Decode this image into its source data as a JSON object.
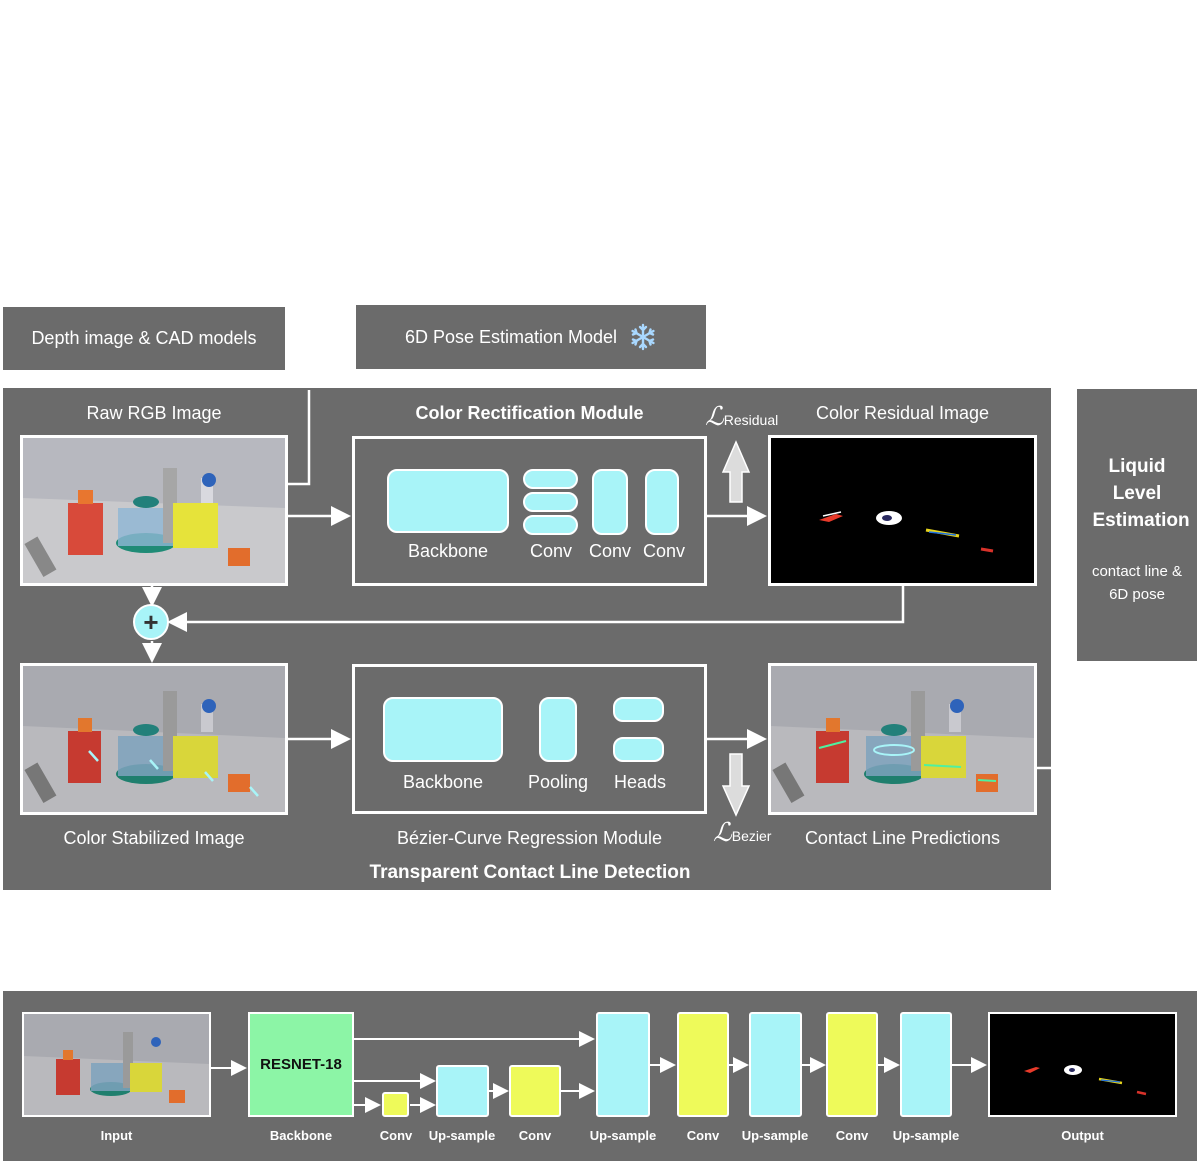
{
  "header": {
    "depth_label": "Depth image & CAD models",
    "pose_label": "6D Pose Estimation Model",
    "pose_icon": "snowflake-icon"
  },
  "main": {
    "raw_rgb_label": "Raw RGB Image",
    "color_rect_title": "Color Rectification Module",
    "color_rect_blocks": [
      "Backbone",
      "Conv",
      "Conv",
      "Conv"
    ],
    "loss_residual_symbol": "ℒ",
    "loss_residual_sub": "Residual",
    "color_residual_label": "Color Residual Image",
    "stabilized_label": "Color Stabilized Image",
    "bezier_title": "Bézier-Curve Regression Module",
    "bezier_blocks": [
      "Backbone",
      "Pooling",
      "Heads"
    ],
    "loss_bezier_symbol": "ℒ",
    "loss_bezier_sub": "Bezier",
    "contact_pred_label": "Contact Line Predictions",
    "panel_title": "Transparent Contact Line Detection",
    "plus_symbol": "+"
  },
  "side": {
    "title_lines": [
      "Liquid",
      "Level",
      "Estimation"
    ],
    "sub_lines": [
      "contact line &",
      "6D pose"
    ]
  },
  "bottom": {
    "input_label": "Input",
    "backbone_label": "Backbone",
    "backbone_text": "RESNET-18",
    "conv_small_label": "Conv",
    "upsample1_label": "Up-sample",
    "conv1_label": "Conv",
    "upsample2_label": "Up-sample",
    "conv2_label": "Conv",
    "upsample3_label": "Up-sample",
    "conv3_label": "Conv",
    "upsample4_label": "Up-sample",
    "output_label": "Output"
  },
  "colors": {
    "panel": "#6b6b6b",
    "cyan_block": "#a8f4f8",
    "yellow_block": "#eefa5a",
    "green_block": "#8cf5a6"
  }
}
